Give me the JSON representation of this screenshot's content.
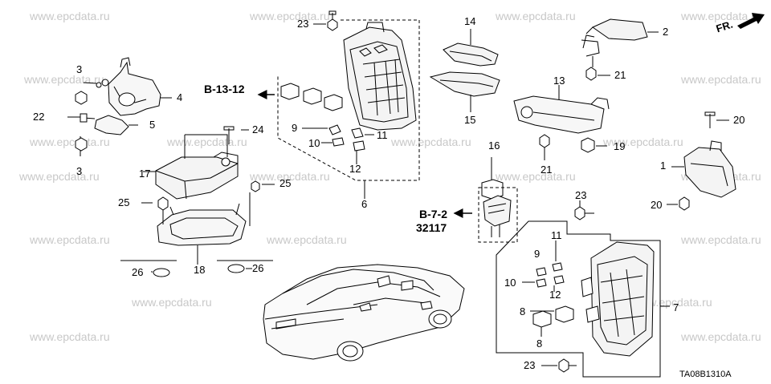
{
  "watermark": "www.epcdata.ru",
  "diagram_code": "TA08B1310A",
  "front_marker": "FR.",
  "references": {
    "b13": "B-13-12",
    "b7": "B-7-2",
    "part_no": "32117"
  },
  "labels": {
    "p1": "1",
    "p2": "2",
    "p3a": "3",
    "p3b": "3",
    "p4": "4",
    "p5": "5",
    "p6": "6",
    "p7": "7",
    "p8a": "8",
    "p8b": "8",
    "p9a": "9",
    "p9b": "9",
    "p10a": "10",
    "p10b": "10",
    "p11a": "11",
    "p11b": "11",
    "p12a": "12",
    "p12b": "12",
    "p13": "13",
    "p14": "14",
    "p15": "15",
    "p16": "16",
    "p17": "17",
    "p18": "18",
    "p19": "19",
    "p20a": "20",
    "p20b": "20",
    "p21a": "21",
    "p21b": "21",
    "p22": "22",
    "p23a": "23",
    "p23b": "23",
    "p23c": "23",
    "p24": "24",
    "p25a": "25",
    "p25b": "25",
    "p26a": "26",
    "p26b": "26"
  },
  "icons": [
    "front-arrow-icon",
    "reference-arrow-icon"
  ]
}
